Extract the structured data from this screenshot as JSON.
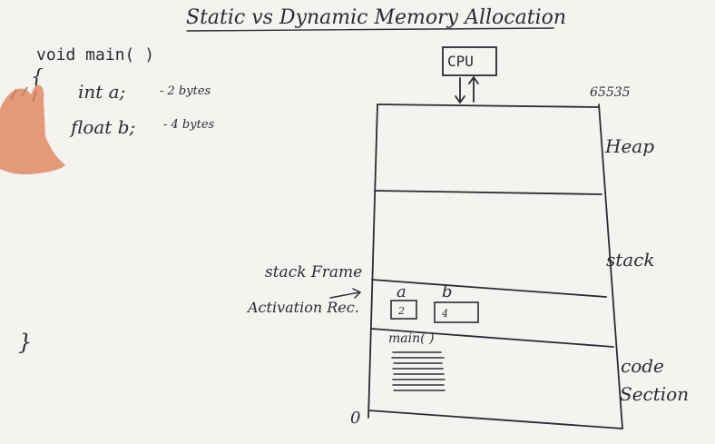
{
  "title": "Static vs Dynamic Memory Allocation",
  "code": {
    "signature": "void main( )",
    "open_brace": "{",
    "line1": "int a;",
    "line1_note": "- 2 bytes",
    "line2": "float b;",
    "line2_note": "- 4 bytes",
    "close_brace": "}"
  },
  "memory": {
    "cpu_label": "CPU",
    "top_address": "65535",
    "bottom_address": "0",
    "sections": {
      "heap": "Heap",
      "stack": "stack",
      "code": "code",
      "code2": "Section"
    },
    "stack_frame_label": "stack Frame",
    "activation_label": "Activation Rec.",
    "var_a_name": "a",
    "var_a_size": "2",
    "var_b_name": "b",
    "var_b_size": "4",
    "main_label": "main( )"
  },
  "colors": {
    "ink": "#2b2c33",
    "board": "#f4f3f0",
    "skin": "#e29a7a",
    "underline": "#2b2c33"
  }
}
